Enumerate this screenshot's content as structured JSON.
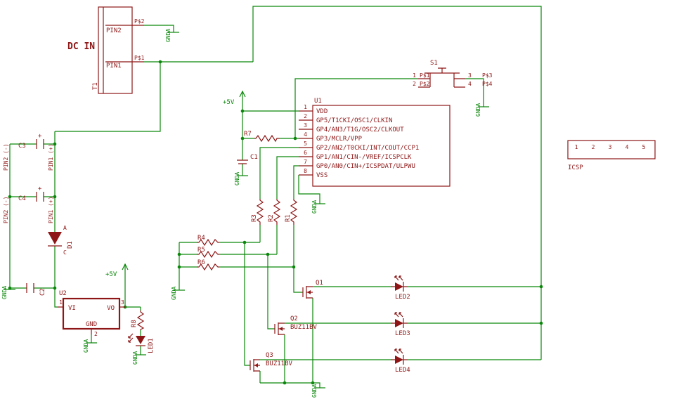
{
  "colors": {
    "wire": "#0a870a",
    "part": "#8e1616",
    "background": "#ffffff"
  },
  "nets": {
    "vcc": "+5V",
    "gnd": "GNDA",
    "dc_minus": "PIN2 (-)",
    "dc_plus": "PIN1 (+)"
  },
  "t1": {
    "ref": "T1",
    "title": "DC IN",
    "pin_names": [
      "PIN2",
      "PIN1"
    ],
    "pad_names": [
      "P$2",
      "P$1"
    ]
  },
  "u1": {
    "ref": "U1",
    "pin_numbers": [
      "1",
      "2",
      "3",
      "4",
      "5",
      "6",
      "7",
      "8"
    ],
    "pin_names": [
      "VDD",
      "GP5/T1CKI/OSC1/CLKIN",
      "GP4/AN3/T1G/OSC2/CLKOUT",
      "GP3/MCLR/VPP",
      "GP2/AN2/T0CKI/INT/COUT/CCP1",
      "GP1/AN1/CIN-/VREF/ICSPCLK",
      "GP0/AN0/CIN+/ICSPDAT/ULPWU",
      "VSS"
    ]
  },
  "u2": {
    "ref": "U2",
    "pin_vi": "VI",
    "pin_vo": "VO",
    "pin_gnd": "GND",
    "num_in": "1",
    "num_gnd": "2",
    "num_out": "3"
  },
  "s1": {
    "ref": "S1",
    "pin_numbers": [
      "1",
      "2",
      "3",
      "4"
    ],
    "pad_names": [
      "P$1",
      "P$2",
      "P$3",
      "P$4"
    ]
  },
  "icsp": {
    "ref": "ICSP",
    "pin_numbers": [
      "1",
      "2",
      "3",
      "4",
      "5"
    ]
  },
  "diode": {
    "ref": "D1",
    "anode": "A",
    "cathode": "C"
  },
  "caps": {
    "c1": "C1",
    "c2": "C2",
    "c3": "C3",
    "c4": "C4",
    "polarity": "+"
  },
  "resistors": {
    "r1": "R1",
    "r2": "R2",
    "r3": "R3",
    "r4": "R4",
    "r5": "R5",
    "r6": "R6",
    "r7": "R7",
    "r8": "R8"
  },
  "mosfets": {
    "q1": "Q1",
    "q2": "Q2",
    "q3": "Q3",
    "q2_value": "BUZ11BV",
    "q3_value": "BUZ11BV"
  },
  "leds": {
    "led1": "LED1",
    "led2": "LED2",
    "led3": "LED3",
    "led4": "LED4"
  }
}
